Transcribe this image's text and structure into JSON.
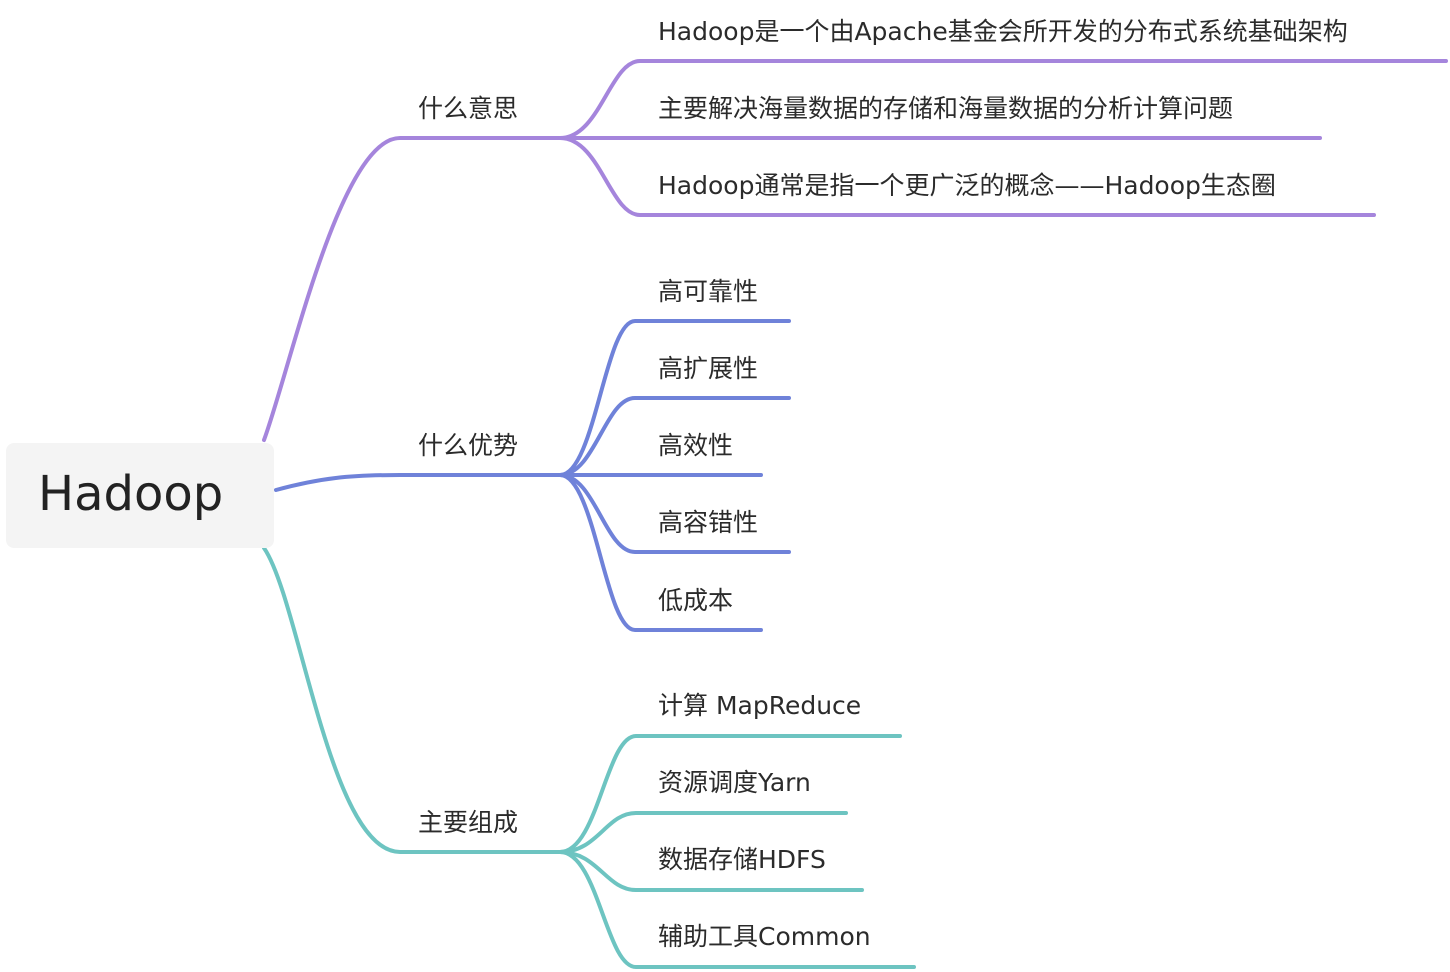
{
  "root": {
    "label": "Hadoop"
  },
  "colors": {
    "branch_1": "#a585dc",
    "branch_2": "#6f82d9",
    "branch_3": "#6dc4c1",
    "root_bg": "#f4f4f4"
  },
  "branches": [
    {
      "label": "什么意思",
      "children": [
        "Hadoop是一个由Apache基金会所开发的分布式系统基础架构",
        "主要解决海量数据的存储和海量数据的分析计算问题",
        "Hadoop通常是指一个更广泛的概念——Hadoop生态圈"
      ]
    },
    {
      "label": "什么优势",
      "children": [
        "高可靠性",
        "高扩展性",
        "高效性",
        "高容错性",
        "低成本"
      ]
    },
    {
      "label": "主要组成",
      "children": [
        "计算 MapReduce",
        "资源调度Yarn",
        "数据存储HDFS",
        "辅助工具Common"
      ]
    }
  ]
}
